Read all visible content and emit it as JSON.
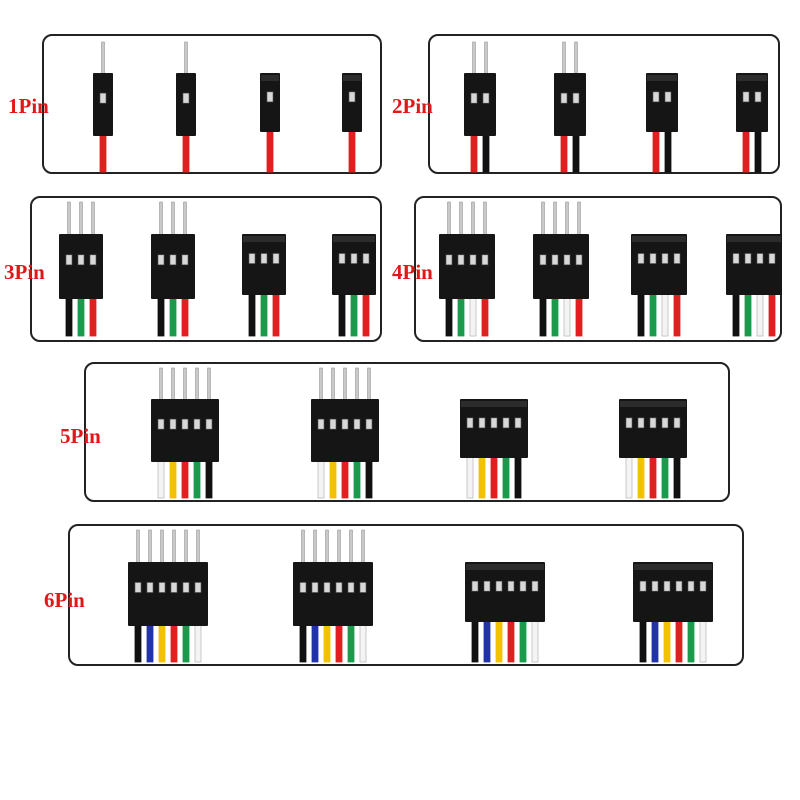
{
  "colors": {
    "label": "#e01818",
    "housing": "#151515",
    "pin": "#c9c9c9",
    "border": "#222222"
  },
  "panels": [
    {
      "id": "1pin",
      "label": "1Pin",
      "pins": 1,
      "wires": [
        "#e02020"
      ]
    },
    {
      "id": "2pin",
      "label": "2Pin",
      "pins": 2,
      "wires": [
        "#e02020",
        "#111111"
      ]
    },
    {
      "id": "3pin",
      "label": "3Pin",
      "pins": 3,
      "wires": [
        "#111111",
        "#1a9a4a",
        "#e02020"
      ]
    },
    {
      "id": "4pin",
      "label": "4Pin",
      "pins": 4,
      "wires": [
        "#111111",
        "#1a9a4a",
        "#f4f4f4",
        "#e02020"
      ]
    },
    {
      "id": "5pin",
      "label": "5Pin",
      "pins": 5,
      "wires": [
        "#f4f4f4",
        "#f2c200",
        "#e02020",
        "#1a9a4a",
        "#111111"
      ]
    },
    {
      "id": "6pin",
      "label": "6Pin",
      "pins": 6,
      "wires": [
        "#111111",
        "#2233aa",
        "#f2c200",
        "#e02020",
        "#1a9a4a",
        "#f4f4f4"
      ]
    }
  ],
  "connector_kinds": [
    "male",
    "male",
    "female",
    "female"
  ]
}
